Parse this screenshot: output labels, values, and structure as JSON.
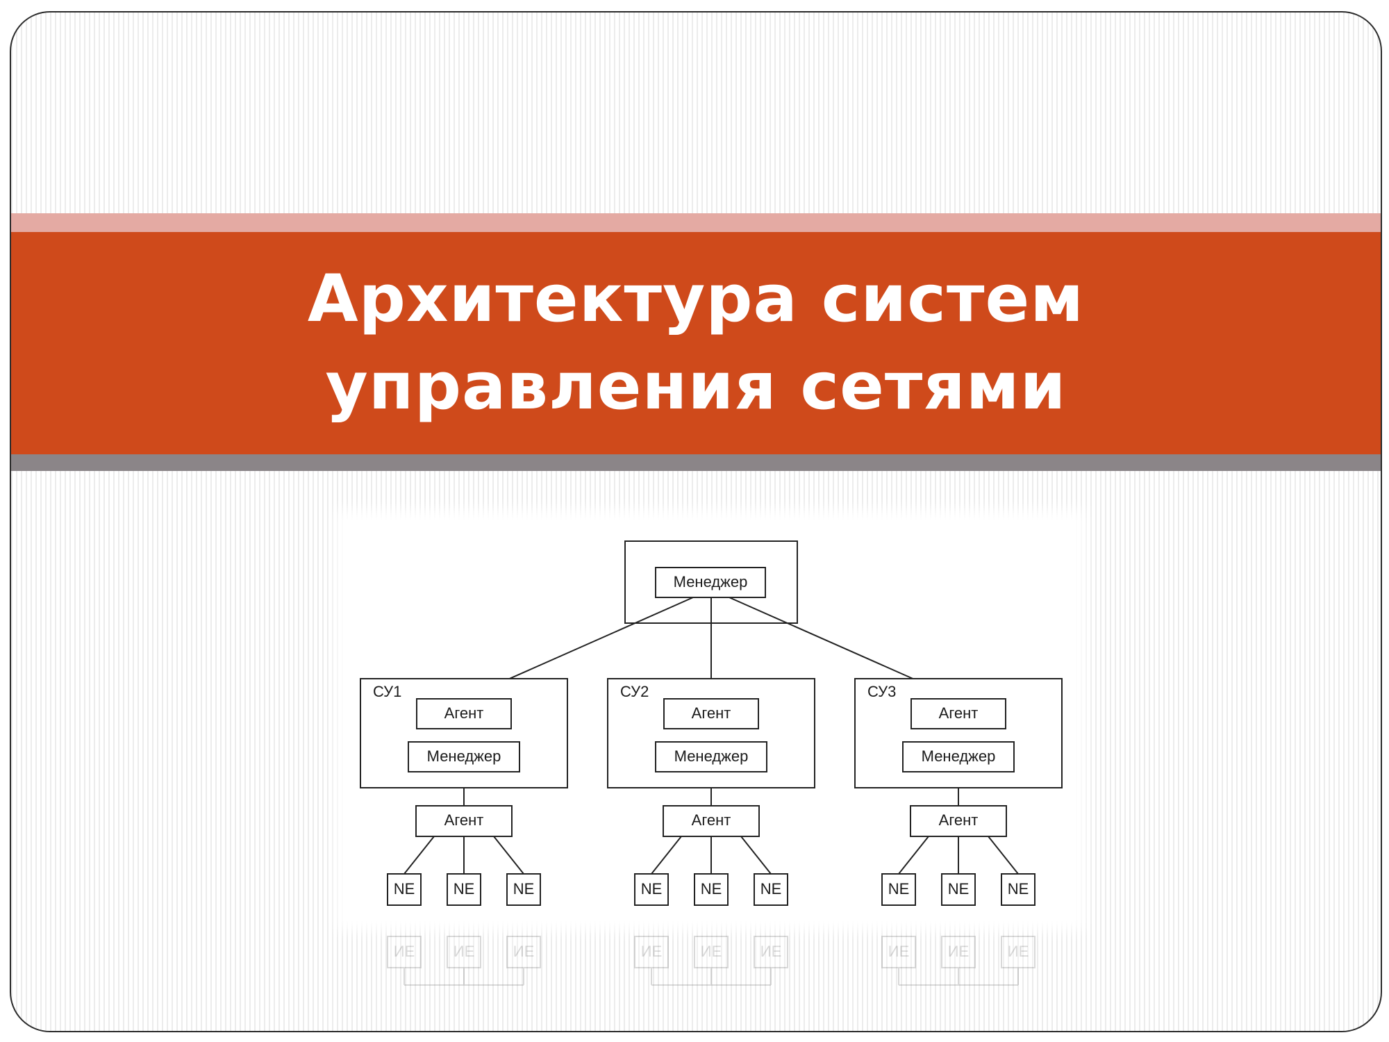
{
  "slide": {
    "title_lines": [
      "Архитектура систем",
      "управления сетями"
    ],
    "colors": {
      "accent_band": "#cf4a1b",
      "upper_stripe": "#e4aaa3",
      "lower_stripe": "#8b8588",
      "title_text": "#ffffff"
    }
  },
  "diagram": {
    "top_manager_label": "Менеджер",
    "subsystems": [
      {
        "name": "СУ1",
        "agent_label": "Агент",
        "manager_label": "Менеджер",
        "lower_agent_label": "Агент",
        "elements": [
          "NE",
          "NE",
          "NE"
        ],
        "reflection_elements": [
          "ИЕ",
          "ИЕ",
          "ИЕ"
        ]
      },
      {
        "name": "СУ2",
        "agent_label": "Агент",
        "manager_label": "Менеджер",
        "lower_agent_label": "Агент",
        "elements": [
          "NE",
          "NE",
          "NE"
        ],
        "reflection_elements": [
          "ИЕ",
          "ИЕ",
          "ИЕ"
        ]
      },
      {
        "name": "СУ3",
        "agent_label": "Агент",
        "manager_label": "Менеджер",
        "lower_agent_label": "Агент",
        "elements": [
          "NE",
          "NE",
          "NE"
        ],
        "reflection_elements": [
          "ИЕ",
          "ИЕ",
          "ИЕ"
        ]
      }
    ]
  }
}
